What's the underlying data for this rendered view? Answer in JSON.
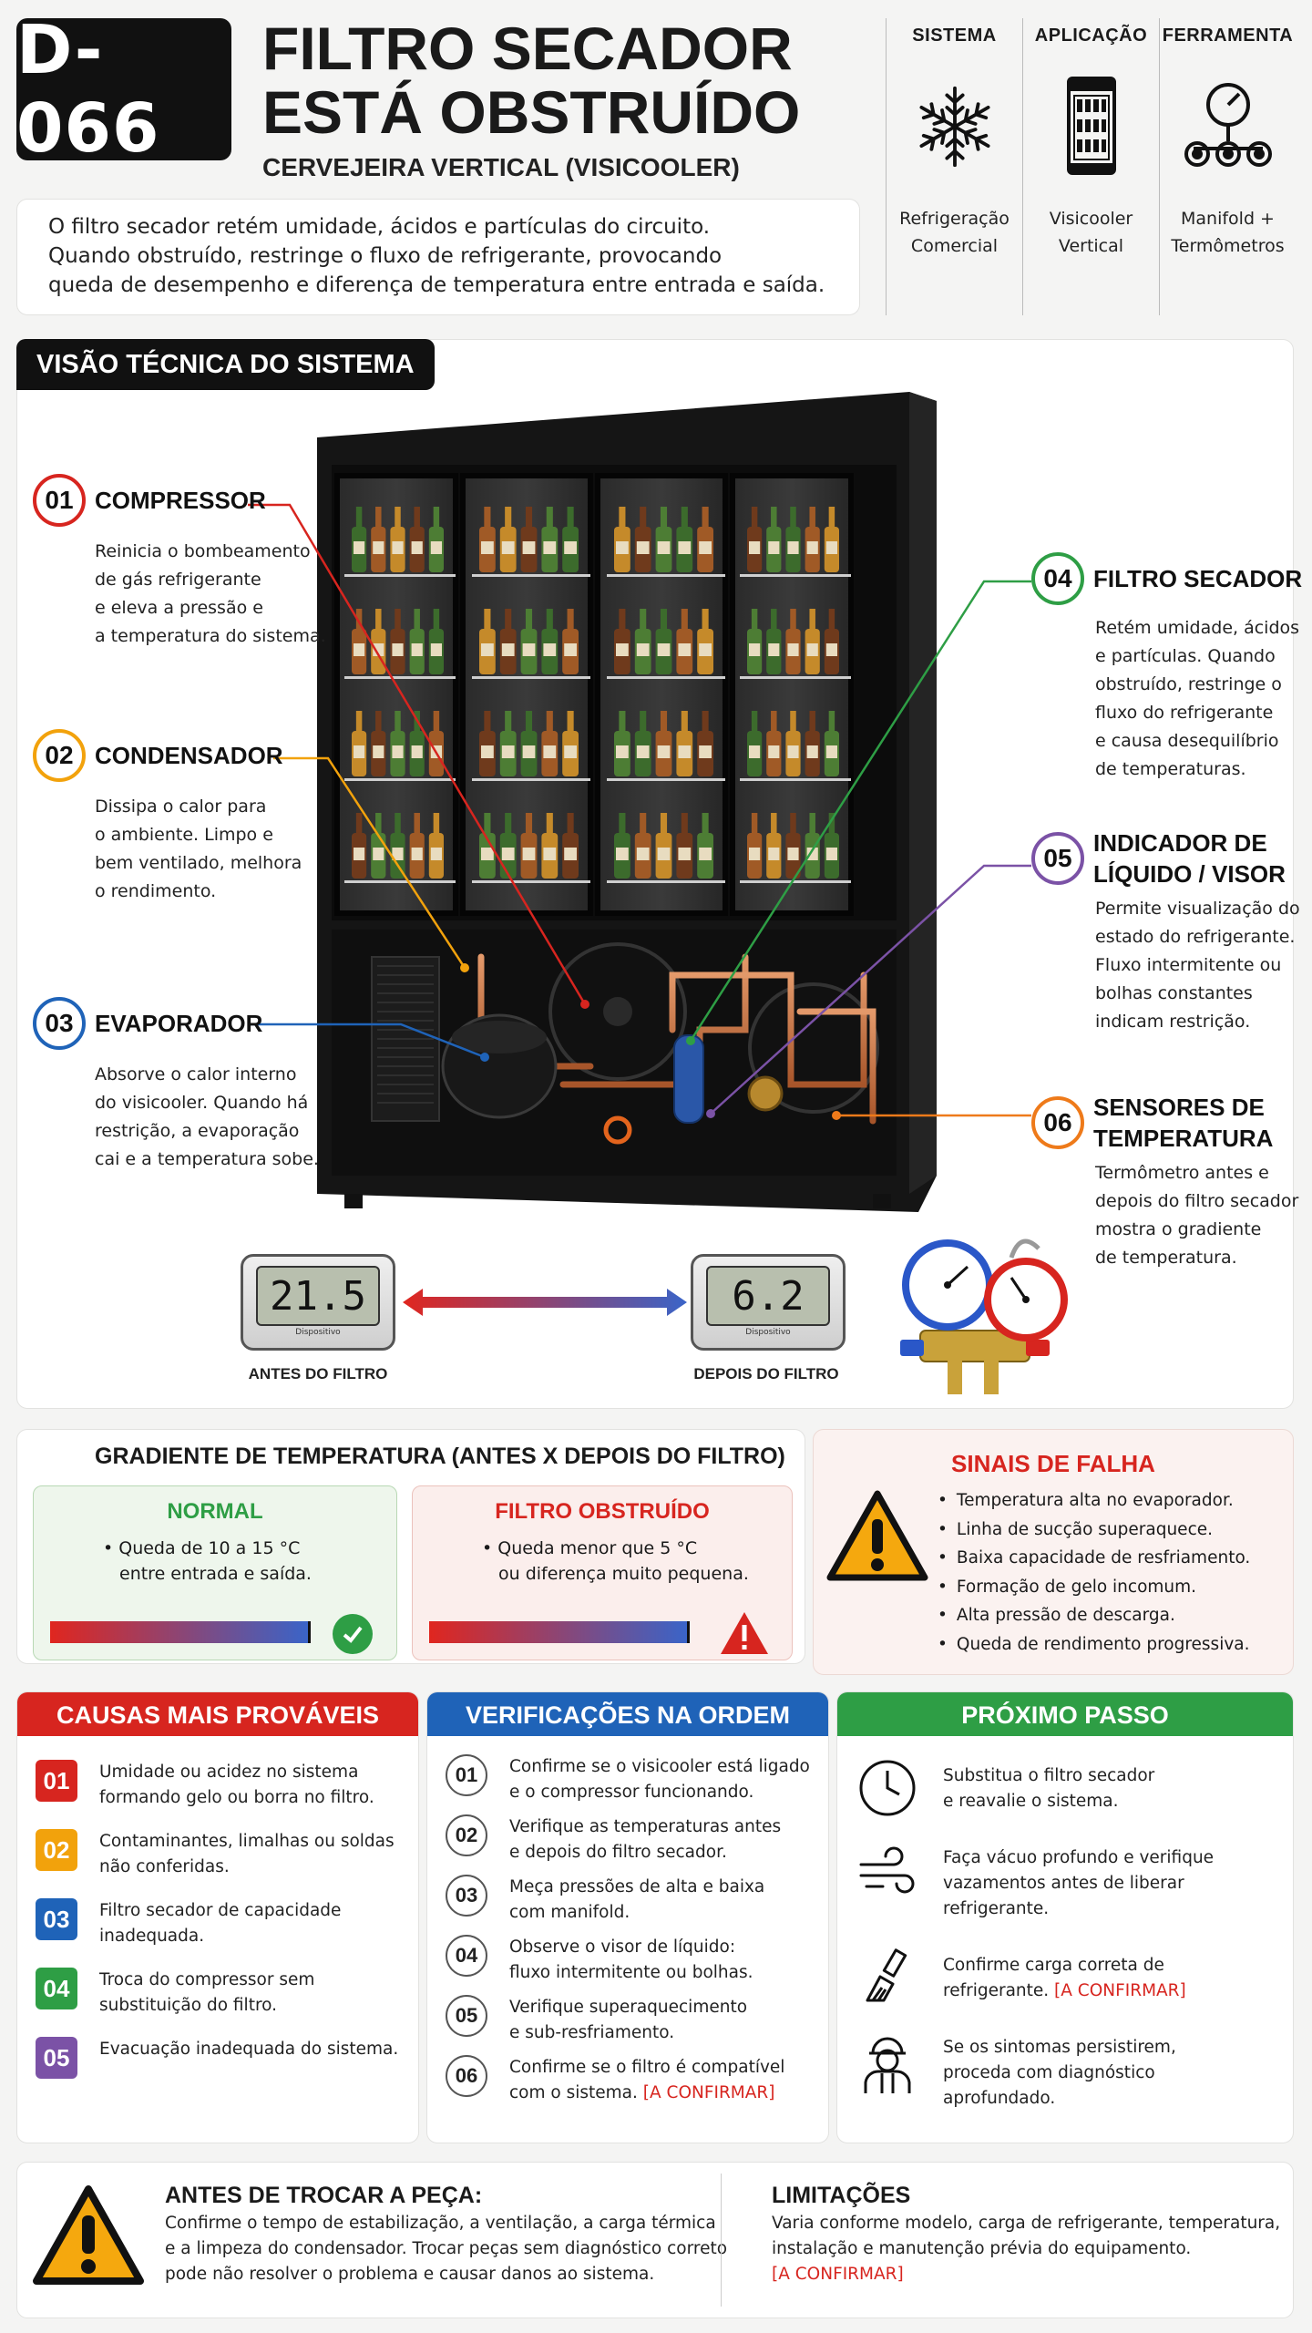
{
  "header": {
    "code": "D-066",
    "title_line1": "FILTRO SECADOR",
    "title_line2": "ESTÁ OBSTRUÍDO",
    "subtitle": "CERVEJEIRA VERTICAL (VISICOOLER)",
    "intro_line1": "O filtro secador retém umidade, ácidos e partículas do circuito.",
    "intro_line2": "Quando obstruído, restringe o fluxo de refrigerante, provocando",
    "intro_line3": "queda de desempenho e diferença de temperatura entre entrada e saída."
  },
  "meta": [
    {
      "head": "SISTEMA",
      "icon": "snowflake-icon",
      "line1": "Refrigeração",
      "line2": "Comercial"
    },
    {
      "head": "APLICAÇÃO",
      "icon": "visicooler-icon",
      "line1": "Visicooler",
      "line2": "Vertical"
    },
    {
      "head": "FERRAMENTA",
      "icon": "manifold-gauge-icon",
      "line1": "Manifold +",
      "line2": "Termômetros"
    }
  ],
  "tech": {
    "section_title": "VISÃO TÉCNICA DO SISTEMA",
    "callouts": [
      {
        "num": "01",
        "title": "COMPRESSOR",
        "color": "#d7251f",
        "lines": [
          "Reinicia o bombeamento",
          "de gás refrigerante",
          "e eleva a pressão e",
          "a temperatura do sistema."
        ]
      },
      {
        "num": "02",
        "title": "CONDENSADOR",
        "color": "#f2a20c",
        "lines": [
          "Dissipa o calor para",
          "o ambiente. Limpo e",
          "bem ventilado, melhora",
          "o rendimento."
        ]
      },
      {
        "num": "03",
        "title": "EVAPORADOR",
        "color": "#1f63b8",
        "lines": [
          "Absorve o calor interno",
          "do visicooler. Quando há",
          "restrição, a evaporação",
          "cai e a temperatura sobe."
        ]
      },
      {
        "num": "04",
        "title": "FILTRO SECADOR",
        "color": "#2e9e45",
        "lines": [
          "Retém umidade, ácidos",
          "e partículas. Quando",
          "obstruído, restringe o",
          "fluxo do refrigerante",
          "e causa desequilíbrio",
          "de temperaturas."
        ]
      },
      {
        "num": "05",
        "title_line1": "INDICADOR DE",
        "title_line2": "LÍQUIDO / VISOR",
        "color": "#7b52a6",
        "lines": [
          "Permite visualização do",
          "estado do refrigerante.",
          "Fluxo intermitente ou",
          "bolhas constantes",
          "indicam restrição."
        ]
      },
      {
        "num": "06",
        "title_line1": "SENSORES DE",
        "title_line2": "TEMPERATURA",
        "color": "#ee7a1a",
        "lines": [
          "Termômetro antes e",
          "depois do filtro secador",
          "mostra o gradiente",
          "de temperatura."
        ]
      }
    ],
    "thermo_before": {
      "value": "21.5",
      "brand": "Dispositivo",
      "label": "ANTES DO FILTRO"
    },
    "thermo_after": {
      "value": "6.2",
      "brand": "Dispositivo",
      "label": "DEPOIS DO FILTRO"
    }
  },
  "gradient": {
    "title": "GRADIENTE DE TEMPERATURA (ANTES X DEPOIS DO FILTRO)",
    "normal": {
      "title": "NORMAL",
      "line1": "• Queda de 10 a 15 °C",
      "line2": "entre entrada e saída.",
      "color": "#2e9e45"
    },
    "clogged": {
      "title": "FILTRO OBSTRUÍDO",
      "line1": "• Queda menor que 5 °C",
      "line2": "ou diferença muito pequena.",
      "color": "#d7251f"
    }
  },
  "fail": {
    "title": "SINAIS DE FALHA",
    "items": [
      "Temperatura alta no evaporador.",
      "Linha de sucção superaquece.",
      "Baixa capacidade de resfriamento.",
      "Formação de gelo incomum.",
      "Alta pressão de descarga.",
      "Queda de rendimento progressiva."
    ]
  },
  "causes": {
    "title": "CAUSAS MAIS PROVÁVEIS",
    "color": "#d7251f",
    "items": [
      {
        "num": "01",
        "color": "#d7251f",
        "line1": "Umidade ou acidez no sistema",
        "line2": "formando gelo ou borra no filtro."
      },
      {
        "num": "02",
        "color": "#f2a20c",
        "line1": "Contaminantes, limalhas ou soldas",
        "line2": "não conferidas."
      },
      {
        "num": "03",
        "color": "#1f63b8",
        "line1": "Filtro secador de capacidade",
        "line2": "inadequada."
      },
      {
        "num": "04",
        "color": "#2e9e45",
        "line1": "Troca do compressor sem",
        "line2": "substituição do filtro."
      },
      {
        "num": "05",
        "color": "#7b52a6",
        "line1": "Evacuação inadequada do sistema.",
        "line2": ""
      }
    ]
  },
  "checks": {
    "title": "VERIFICAÇÕES NA ORDEM",
    "color": "#1f63b8",
    "items": [
      {
        "num": "01",
        "line1": "Confirme se o visicooler está ligado",
        "line2": "e o compressor funcionando.",
        "confirm": ""
      },
      {
        "num": "02",
        "line1": "Verifique as temperaturas antes",
        "line2": "e depois do filtro secador.",
        "confirm": ""
      },
      {
        "num": "03",
        "line1": "Meça pressões de alta e baixa",
        "line2": "com manifold.",
        "confirm": ""
      },
      {
        "num": "04",
        "line1": "Observe o visor de líquido:",
        "line2": "fluxo intermitente ou bolhas.",
        "confirm": ""
      },
      {
        "num": "05",
        "line1": "Verifique superaquecimento",
        "line2": "e sub-resfriamento.",
        "confirm": ""
      },
      {
        "num": "06",
        "line1": "Confirme se o filtro é compatível",
        "line2": "com o sistema.",
        "confirm": "[A CONFIRMAR]"
      }
    ]
  },
  "next": {
    "title": "PRÓXIMO PASSO",
    "color": "#2e9e45",
    "items": [
      {
        "icon": "clock-icon",
        "line1": "Substitua o filtro secador",
        "line2": "e reavalie o sistema.",
        "line3": "",
        "confirm": ""
      },
      {
        "icon": "vacuum-wind-icon",
        "line1": "Faça vácuo profundo e verifique",
        "line2": "vazamentos antes de liberar",
        "line3": "refrigerante.",
        "confirm": ""
      },
      {
        "icon": "brush-icon",
        "line1": "Confirme carga correta de",
        "line2": "refrigerante.",
        "line3": "",
        "confirm": "[A CONFIRMAR]"
      },
      {
        "icon": "technician-icon",
        "line1": "Se os sintomas persistirem,",
        "line2": "proceda com diagnóstico",
        "line3": "aprofundado.",
        "confirm": ""
      }
    ]
  },
  "bottom": {
    "warning_title": "ANTES DE TROCAR A PEÇA:",
    "warning_line1": "Confirme o tempo de estabilização, a ventilação, a carga térmica",
    "warning_line2": "e a limpeza do condensador. Trocar peças sem diagnóstico correto",
    "warning_line3": "pode não resolver o problema e causar danos ao sistema.",
    "limits_title": "LIMITAÇÕES",
    "limits_line1": "Varia conforme modelo, carga de refrigerante, temperatura,",
    "limits_line2": "instalação e manutenção prévia do equipamento.",
    "limits_confirm": "[A CONFIRMAR]"
  }
}
